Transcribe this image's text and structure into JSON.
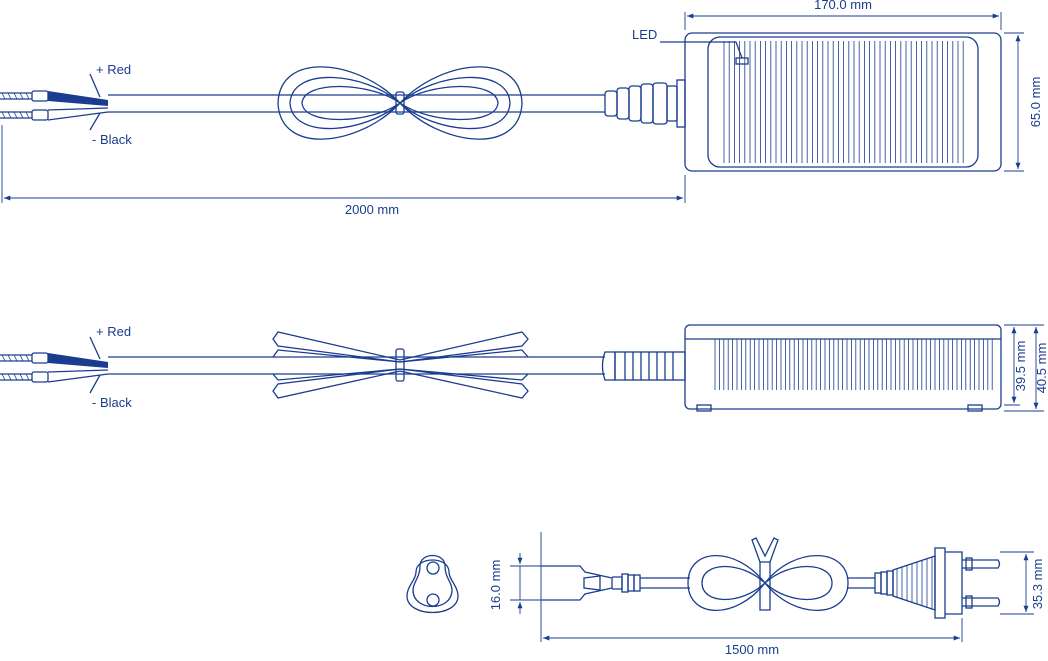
{
  "colors": {
    "stroke": "#1a3d8f",
    "background": "#ffffff"
  },
  "top_view": {
    "width_label": "170.0 mm",
    "height_label": "65.0 mm",
    "cable_length_label": "2000 mm",
    "led_label": "LED",
    "red_label": "+ Red",
    "black_label": "- Black"
  },
  "side_view": {
    "height_label_1": "39.5 mm",
    "height_label_2": "40.5 mm",
    "red_label": "+ Red",
    "black_label": "- Black"
  },
  "ac_cord": {
    "connector_height_label": "16.0 mm",
    "plug_height_label": "35.3 mm",
    "cord_length_label": "1500 mm"
  }
}
